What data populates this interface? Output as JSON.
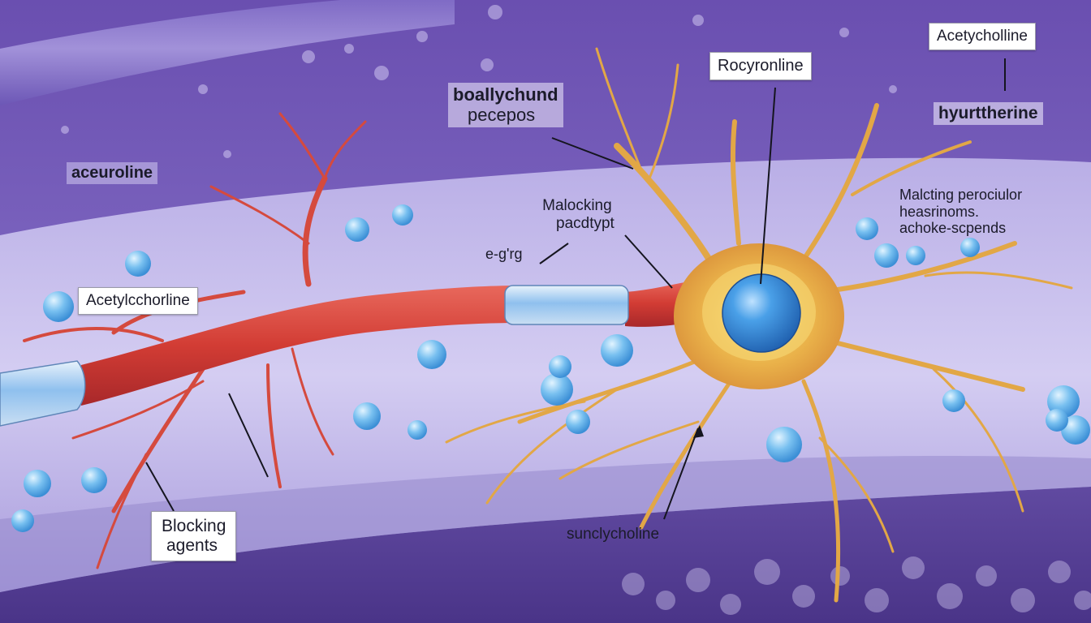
{
  "colors": {
    "background_deep": "#5a3f9a",
    "background_mid": "#8a72c6",
    "tissue_band": "#c8bfea",
    "axon_red": "#d8403a",
    "neuron_gold": "#e8b44a",
    "nucleus_blue": "#3f8fdc",
    "vesicle_blue": "#6ab8ee",
    "myelin_blue": "#9cc8f0"
  },
  "labels": {
    "acetycholline_top": "Acetycholline",
    "hyurttherrine": "hyurttherine",
    "rocyronline": "Rocyronline",
    "boallychund_line1": "boallychund",
    "boallychund_line2": "pecepos",
    "aceuroline": "aceuroline",
    "malocking_line1": "Malocking",
    "malocking_line2": "pacdtypt",
    "egrg": "e-g'rg",
    "malcting_line1": "Malcting perociulor",
    "malcting_line2": "heasrinoms.",
    "malcting_line3": "achoke-scpends",
    "acetylcchorline": "Acetylcchorline",
    "blocking_line1": "Blocking",
    "blocking_line2": "agents",
    "sunclycholine": "sunclycholine"
  }
}
